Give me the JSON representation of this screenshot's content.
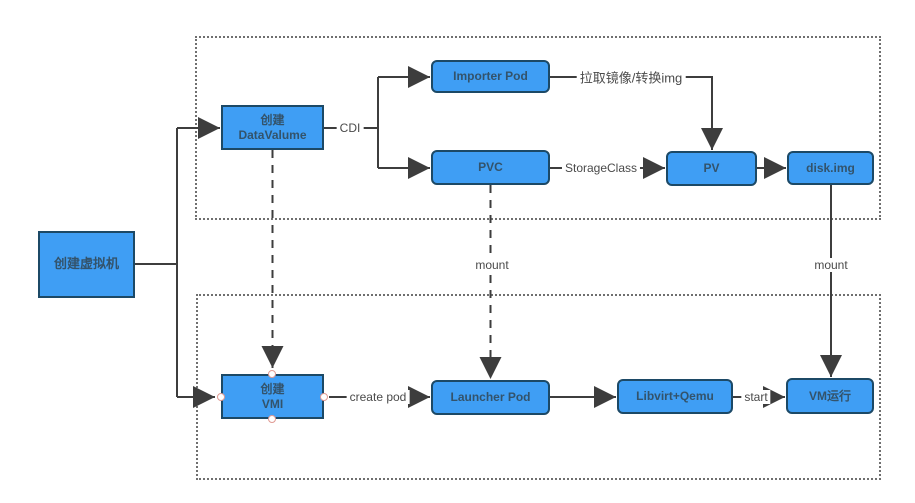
{
  "diagram": {
    "title": "vm-creation-flow",
    "colors": {
      "node_fill": "#3f9ef4",
      "node_border": "#1c4966",
      "node_text": "#33536b",
      "edge": "#3d3d3d",
      "edge_label": "#4a4a4a",
      "container_border": "#6f6f6f",
      "connection_point": "#e09a93"
    }
  },
  "nodes": {
    "create_vm": {
      "label": "创建虚拟机"
    },
    "create_datavolume": {
      "line1": "创建",
      "line2": "DataValume"
    },
    "importer_pod": {
      "label": "Importer Pod"
    },
    "pvc": {
      "label": "PVC"
    },
    "pv": {
      "label": "PV"
    },
    "disk_img": {
      "label": "disk.img"
    },
    "create_vmi": {
      "line1": "创建",
      "line2": "VMI"
    },
    "launcher_pod": {
      "label": "Launcher Pod"
    },
    "libvirt_qemu": {
      "label": "Libvirt+Qemu"
    },
    "vm_running": {
      "label": "VM运行"
    }
  },
  "edge_labels": {
    "cdi": "CDI",
    "pull_convert": "拉取镜像/转换img",
    "storage_class": "StorageClass",
    "mount_left": "mount",
    "mount_right": "mount",
    "create_pod": "create pod",
    "start": "start"
  }
}
